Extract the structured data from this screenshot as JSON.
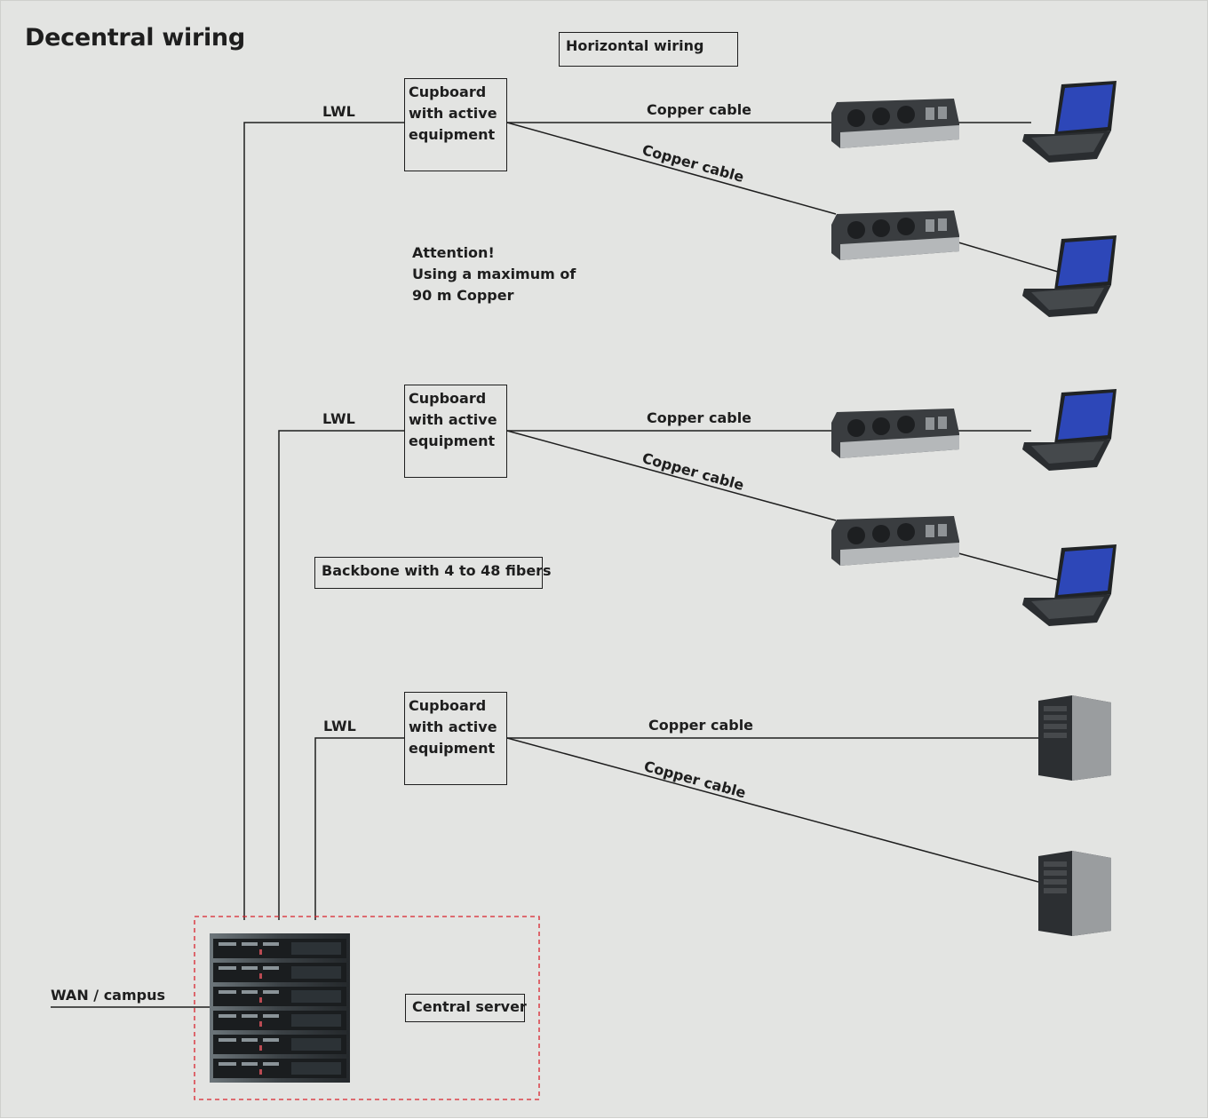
{
  "title": "Decentral wiring",
  "horizontal_wiring_label": "Horizontal wiring",
  "backbone_label": "Backbone with 4 to 48 fibers",
  "attention": {
    "line1": "Attention!",
    "line2": "Using a maximum of",
    "line3": "90 m Copper"
  },
  "wan_label": "WAN / campus",
  "central_server_label": "Central server",
  "fiber_label": "LWL",
  "cupboards": [
    {
      "line1": "Cupboard",
      "line2": "with active",
      "line3": "equipment"
    },
    {
      "line1": "Cupboard",
      "line2": "with active",
      "line3": "equipment"
    },
    {
      "line1": "Cupboard",
      "line2": "with active",
      "line3": "equipment"
    }
  ],
  "copper_label": "Copper cable",
  "colors": {
    "background": "#e3e4e2",
    "line": "#1e1e1e",
    "dashed_border": "#d9232d",
    "laptop_screen": "#2d47b8",
    "power_strip": "#3a3d40"
  },
  "icons": {
    "end_devices_rows_1_2": "laptop-icon",
    "end_devices_row_3": "tower-pc-icon",
    "floor_outlets": "power-strip-icon",
    "central": "server-rack-icon"
  }
}
